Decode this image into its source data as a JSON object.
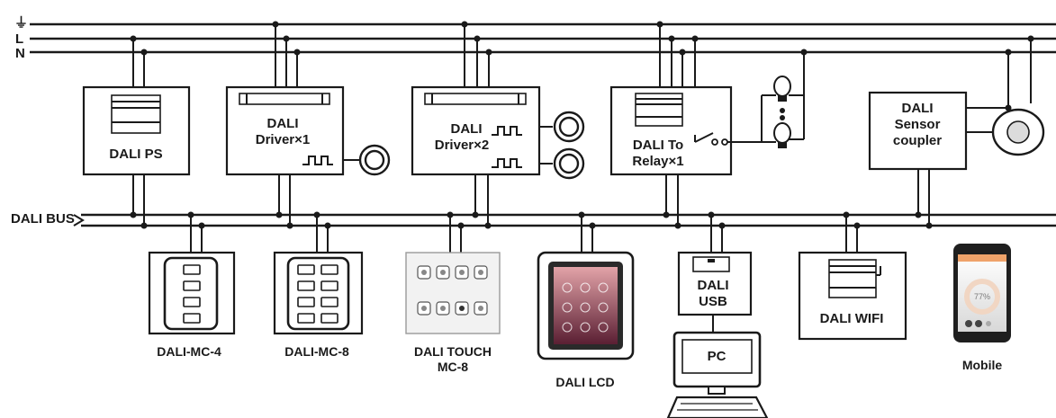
{
  "rails": {
    "earth": "⏚",
    "line": "L",
    "neutral": "N",
    "bus": "DALI BUS"
  },
  "devices": {
    "ps": {
      "lines": [
        "DALI PS"
      ]
    },
    "driver1": {
      "lines": [
        "DALI",
        "Driver×1"
      ]
    },
    "driver2": {
      "lines": [
        "DALI",
        "Driver×2"
      ]
    },
    "relay": {
      "lines": [
        "DALI To",
        "Relay×1"
      ]
    },
    "sensor": {
      "lines": [
        "DALI",
        "Sensor",
        "coupler"
      ]
    },
    "mc4": {
      "lines": [
        "DALI-MC-4"
      ]
    },
    "mc8": {
      "lines": [
        "DALI-MC-8"
      ]
    },
    "touch": {
      "lines": [
        "DALI TOUCH",
        "MC-8"
      ]
    },
    "lcd": {
      "lines": [
        "DALI LCD"
      ]
    },
    "usb": {
      "lines": [
        "DALI",
        "USB"
      ]
    },
    "pc": {
      "lines": [
        "PC"
      ]
    },
    "wifi": {
      "lines": [
        "DALI WIFI"
      ]
    },
    "mobile": {
      "lines": [
        "Mobile"
      ],
      "screen_value": "77%"
    }
  },
  "colors": {
    "ink": "#1a1a1a",
    "lcd_screen_top": "#e2a3a8",
    "lcd_screen_bottom": "#5a1f33",
    "mobile_ring": "#f1d6c3"
  }
}
